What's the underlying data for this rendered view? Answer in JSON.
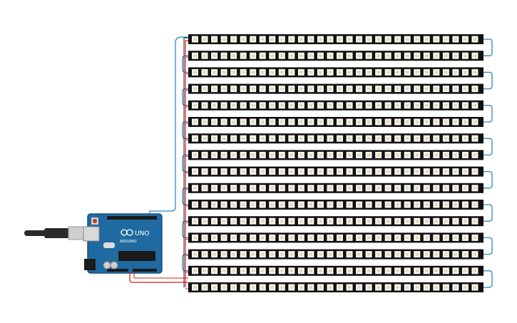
{
  "canvas": {
    "background": "#ffffff"
  },
  "arduino": {
    "logo_text": "UNO",
    "brand_text": "ARDUINO",
    "board_color": "#1f6aa0",
    "board_edge_color": "#15557f"
  },
  "led_strips": {
    "count": 16,
    "leds_per_strip": 30,
    "strip_color": "#111111",
    "led_color": "#f4f4f4",
    "chip_color": "#e6d8a6"
  },
  "wires": {
    "data_color": "#2c86c7",
    "power_color": "#d32222",
    "ground_color": "#222222"
  },
  "usb_cable": {
    "cable_color": "#2a2a2a",
    "plug_color": "#cfcfcf"
  }
}
